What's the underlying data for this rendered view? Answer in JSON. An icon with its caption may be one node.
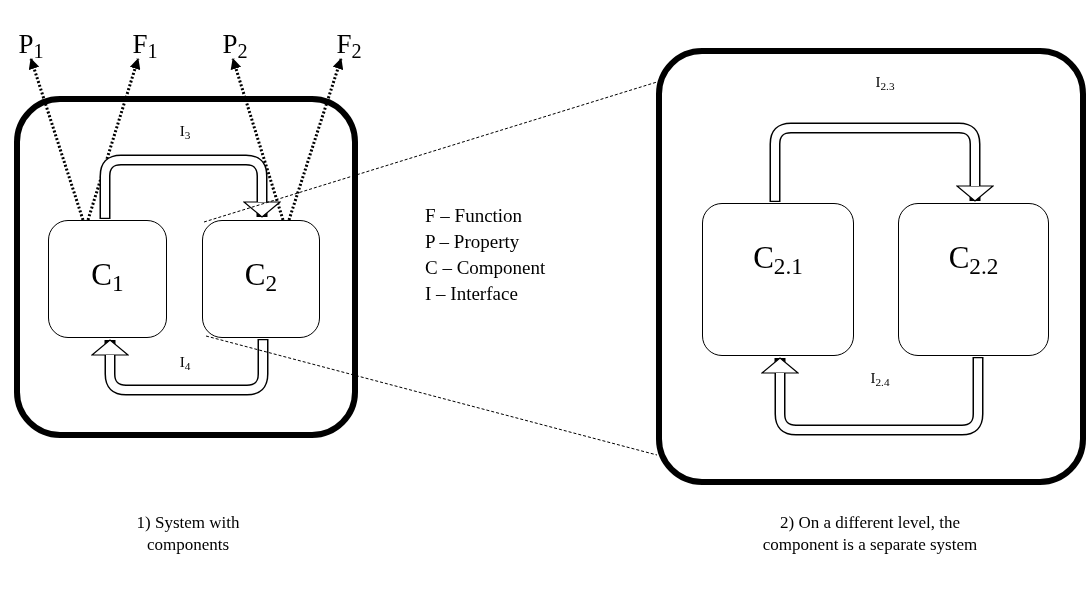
{
  "diagram": {
    "nodes": [
      {
        "text": [],
        "shape": "box"
      },
      {
        "text": [
          "C$_{1}$"
        ],
        "in": 0
      },
      {
        "text": [
          "C$_{2}$"
        ],
        "in": 0
      },
      {
        "text": [
          "P$_{1}$"
        ]
      },
      {
        "text": [
          "F$_{1}$"
        ]
      },
      {
        "text": [
          "P$_{2}$"
        ]
      },
      {
        "text": [
          "F$_{2}$"
        ]
      },
      {
        "text": [],
        "shape": "box"
      },
      {
        "text": [
          "C$_{2.1}$"
        ],
        "in": 7
      },
      {
        "text": [
          "C$_{2.2}$"
        ],
        "in": 7
      }
    ],
    "edges": [
      {
        "from": 1,
        "to": 3,
        "arrow": "to",
        "style": "dashed"
      },
      {
        "from": 1,
        "to": 4,
        "arrow": "to",
        "style": "dashed"
      },
      {
        "from": 2,
        "to": 5,
        "arrow": "to",
        "style": "dashed"
      },
      {
        "from": 2,
        "to": 6,
        "arrow": "to",
        "style": "dashed"
      },
      {
        "from": 1,
        "to": 2,
        "arrow": "to",
        "style": "thick",
        "label": "I$_{3}$"
      },
      {
        "from": 2,
        "to": 1,
        "arrow": "to",
        "style": "thick",
        "label": "I$_{4}$"
      },
      {
        "from": 2,
        "to": 7,
        "arrow": "none",
        "style": "dashed"
      },
      {
        "from": 2,
        "to": 7,
        "arrow": "none",
        "style": "dashed"
      },
      {
        "from": 8,
        "to": 9,
        "arrow": "to",
        "style": "thick",
        "label": "I$_{2.3}$"
      },
      {
        "from": 9,
        "to": 8,
        "arrow": "to",
        "style": "thick",
        "label": "I$_{2.4}$"
      }
    ],
    "labels": [
      "F – Function",
      "P – Property",
      "C – Component",
      "I – Interface",
      "1) System with components",
      "2) On a different level, the component is a separate system"
    ]
  }
}
